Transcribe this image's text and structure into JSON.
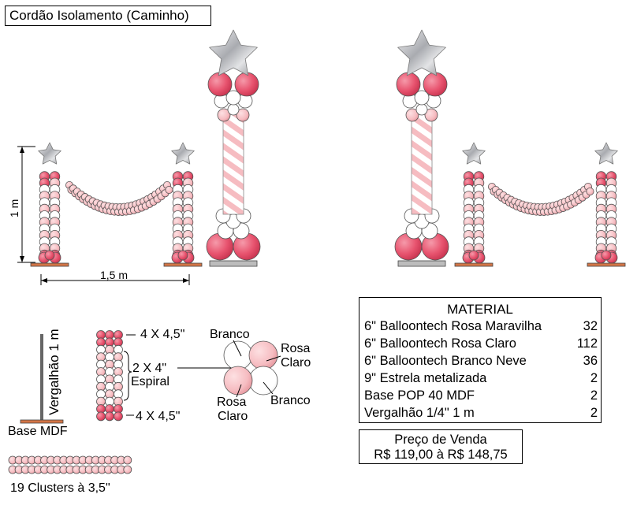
{
  "title": "Cordão Isolamento (Caminho)",
  "dimensions": {
    "height": "1 m",
    "width": "1,5 m"
  },
  "legend": {
    "rod_label": "Vergalhão 1 m",
    "base_label": "Base MDF",
    "clusters_label": "19 Clusters à 3,5\"",
    "column_top": "4 X 4,5\"",
    "column_middle_line1": "2 X 4\"",
    "column_middle_line2": "Espiral",
    "column_bottom": "4 X 4,5\"",
    "flower_white_top": "Branco",
    "flower_pink_right_1": "Rosa",
    "flower_pink_right_2": "Claro",
    "flower_pink_left_1": "Rosa",
    "flower_pink_left_2": "Claro",
    "flower_white_bottom": "Branco"
  },
  "material": {
    "heading": "MATERIAL",
    "items": [
      {
        "name": "6\" Balloontech Rosa Maravilha",
        "qty": "32"
      },
      {
        "name": "6\" Balloontech Rosa Claro",
        "qty": "112"
      },
      {
        "name": "6\" Balloontech Branco Neve",
        "qty": "36"
      },
      {
        "name": "9\" Estrela metalizada",
        "qty": "2"
      },
      {
        "name": "Base POP 40 MDF",
        "qty": "2"
      },
      {
        "name": "Vergalhão 1/4\" 1 m",
        "qty": "2"
      }
    ]
  },
  "price": {
    "label": "Preço de Venda",
    "value": "R$ 119,00 à R$ 148,75"
  },
  "colors": {
    "rosa_maravilha": "#e8546f",
    "rosa_claro": "#f6bcc1",
    "branco": "#ffffff",
    "silver": "#bfc0c4",
    "base": "#d37546"
  }
}
